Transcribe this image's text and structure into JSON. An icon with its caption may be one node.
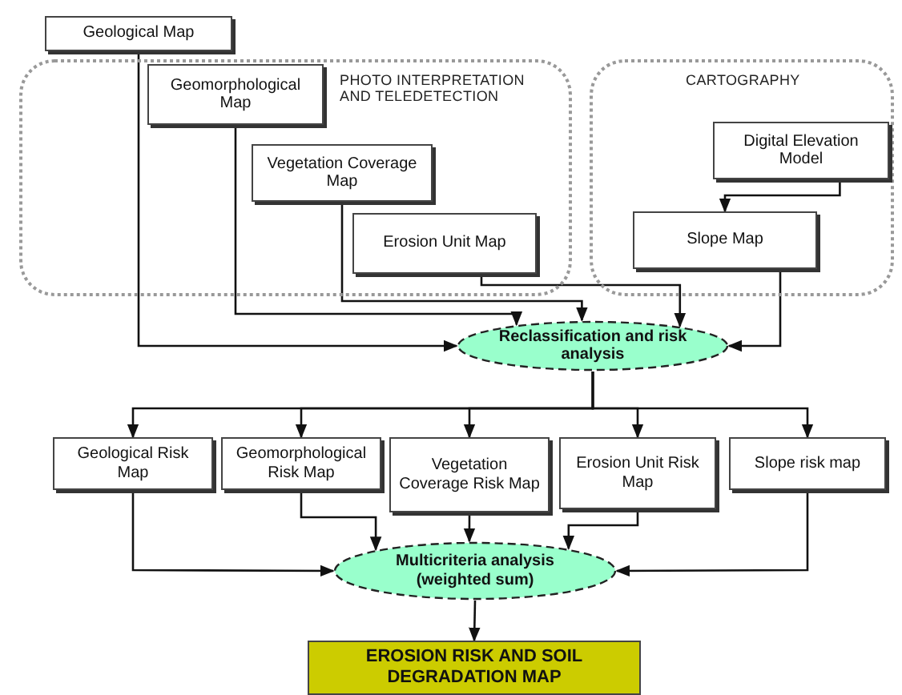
{
  "diagram": {
    "nodes": [
      {
        "text": [
          "Geological Map"
        ]
      },
      {
        "text": [
          "PHOTO INTERPRETATION AND TELEDETECTION"
        ]
      },
      {
        "text": [
          "Geomorphological Map"
        ],
        "in": 1
      },
      {
        "text": [
          "Vegetation Coverage Map"
        ],
        "in": 1
      },
      {
        "text": [
          "Erosion Unit Map"
        ],
        "in": 1
      },
      {
        "text": [
          "CARTOGRAPHY"
        ]
      },
      {
        "text": [
          "Digital Elevation Model"
        ],
        "in": 5
      },
      {
        "text": [
          "Slope Map"
        ],
        "in": 5
      },
      {
        "text": [
          "Reclassification and risk analysis"
        ]
      },
      {
        "text": [
          "Geological Risk Map"
        ]
      },
      {
        "text": [
          "Geomorphological Risk Map"
        ]
      },
      {
        "text": [
          "Vegetation Coverage Risk Map"
        ]
      },
      {
        "text": [
          "Erosion Unit Risk Map"
        ]
      },
      {
        "text": [
          "Slope risk map"
        ]
      },
      {
        "text": [
          "Multicriteria analysis (weighted sum)"
        ]
      },
      {
        "text": [
          "EROSION RISK AND SOIL DEGRADATION MAP"
        ]
      }
    ],
    "edges": [
      {
        "from": 0,
        "to": 8,
        "arrow": "to"
      },
      {
        "from": 2,
        "to": 8,
        "arrow": "to"
      },
      {
        "from": 3,
        "to": 8,
        "arrow": "to"
      },
      {
        "from": 4,
        "to": 8,
        "arrow": "to"
      },
      {
        "from": 6,
        "to": 7,
        "arrow": "to"
      },
      {
        "from": 7,
        "to": 8,
        "arrow": "to"
      },
      {
        "from": 8,
        "to": 9,
        "arrow": "to"
      },
      {
        "from": 8,
        "to": 10,
        "arrow": "to"
      },
      {
        "from": 8,
        "to": 11,
        "arrow": "to"
      },
      {
        "from": 8,
        "to": 12,
        "arrow": "to"
      },
      {
        "from": 8,
        "to": 13,
        "arrow": "to"
      },
      {
        "from": 9,
        "to": 14,
        "arrow": "to"
      },
      {
        "from": 10,
        "to": 14,
        "arrow": "to"
      },
      {
        "from": 11,
        "to": 14,
        "arrow": "to"
      },
      {
        "from": 12,
        "to": 14,
        "arrow": "to"
      },
      {
        "from": 13,
        "to": 14,
        "arrow": "to"
      },
      {
        "from": 14,
        "to": 15,
        "arrow": "to"
      }
    ]
  }
}
